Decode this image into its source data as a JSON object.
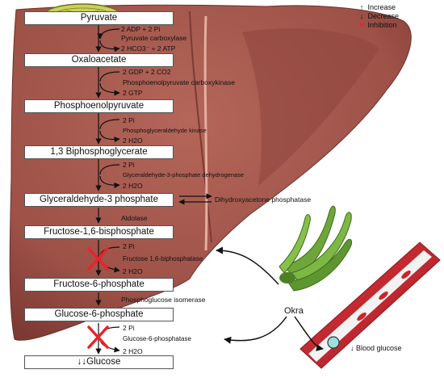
{
  "legend": {
    "increase_symbol": "↑",
    "increase": "Increase",
    "decrease_symbol": "↓",
    "decrease": "Decrease",
    "inhibition_symbol": "✕",
    "inhibition": "Inhibition"
  },
  "pathway": {
    "metabolites": [
      "Pyruvate",
      "Oxaloacetate",
      "Phosphoenolpyruvate",
      "1,3 Biphosphoglycerate",
      "Glyceraldehyde-3 phosphate",
      "Fructose-1,6-bisphosphate",
      "Fructose-6-phosphate",
      "Glucose-6-phosphate",
      "↓↓Glucose"
    ],
    "step1": {
      "input": "2 ADP + 2 Pi",
      "enzyme": "Pyruvate carboxylase",
      "output": "2 HCO3⁻ + 2 ATP"
    },
    "step2": {
      "input": "2 GDP + 2 CO2",
      "enzyme": "Phosphoenolpyruvate carboxykinase",
      "output": "2 GTP"
    },
    "step3": {
      "input": "2 Pi",
      "enzyme": "Phosphoglyceraldehyde kinase",
      "output": "2 H2O"
    },
    "step4": {
      "input": "2 Pi",
      "enzyme": "Glyceraldehyde-3-phosphate dehydrogenase",
      "output": "2 H2O"
    },
    "step5": {
      "side": "Dihydroxyacetone phosphatase",
      "enzyme": "Aldolase"
    },
    "step6": {
      "input": "2 Pi",
      "enzyme": "Fructose 1,6-biphosphatase",
      "output": "2 H2O"
    },
    "step7": {
      "enzyme": "Phosphoglucose isomerase"
    },
    "step8": {
      "input": "2 Pi",
      "enzyme": "Glucose-6-phosphatase",
      "output": "2 H2O"
    }
  },
  "okra_label": "Okra",
  "blood_glucose_label": "↓ Blood glucose",
  "colors": {
    "liver": "#a6584d",
    "liver_dark": "#7d3a34",
    "inhibition": "#e8242a",
    "vessel": "#c8262a",
    "okra": "#6fa63a"
  }
}
